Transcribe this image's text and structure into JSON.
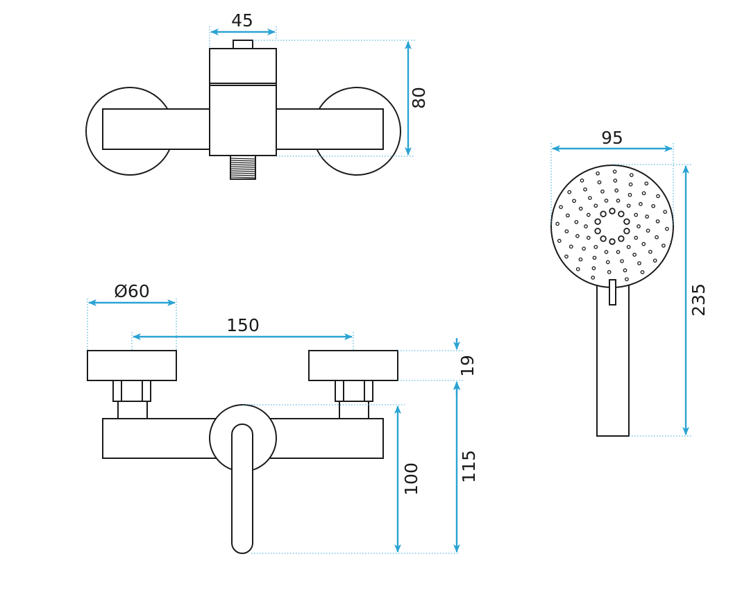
{
  "dimensions": {
    "top_width": "45",
    "top_height": "80",
    "head_diameter": "95",
    "handset_length": "235",
    "wall_flange": "Ø60",
    "center_distance": "150",
    "flange_depth": "19",
    "lever_height": "100",
    "total_depth": "115"
  },
  "colors": {
    "dimension_line": "#2aa3d4",
    "outline": "#1a1a1a",
    "background": "#ffffff"
  }
}
